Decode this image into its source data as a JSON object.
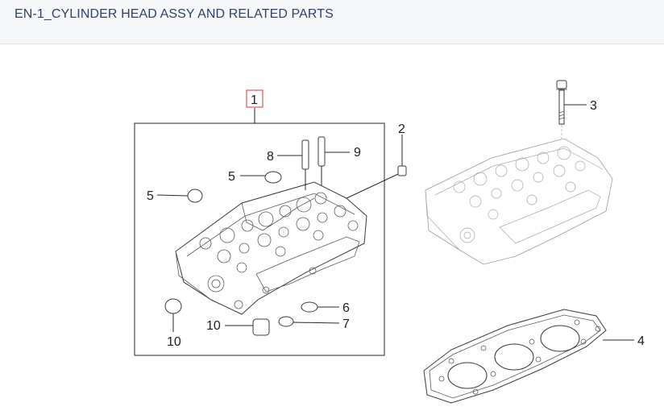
{
  "header": {
    "title": "EN-1_CYLINDER HEAD ASSY AND RELATED PARTS"
  },
  "callouts": {
    "c1": "1",
    "c2": "2",
    "c3": "3",
    "c4": "4",
    "c5a": "5",
    "c5b": "5",
    "c6": "6",
    "c7": "7",
    "c8": "8",
    "c9": "9",
    "c10a": "10",
    "c10b": "10"
  },
  "colors": {
    "title": "#2f3e6e",
    "header_bg": "#f6f7f9",
    "highlight_box": "#e03030"
  }
}
